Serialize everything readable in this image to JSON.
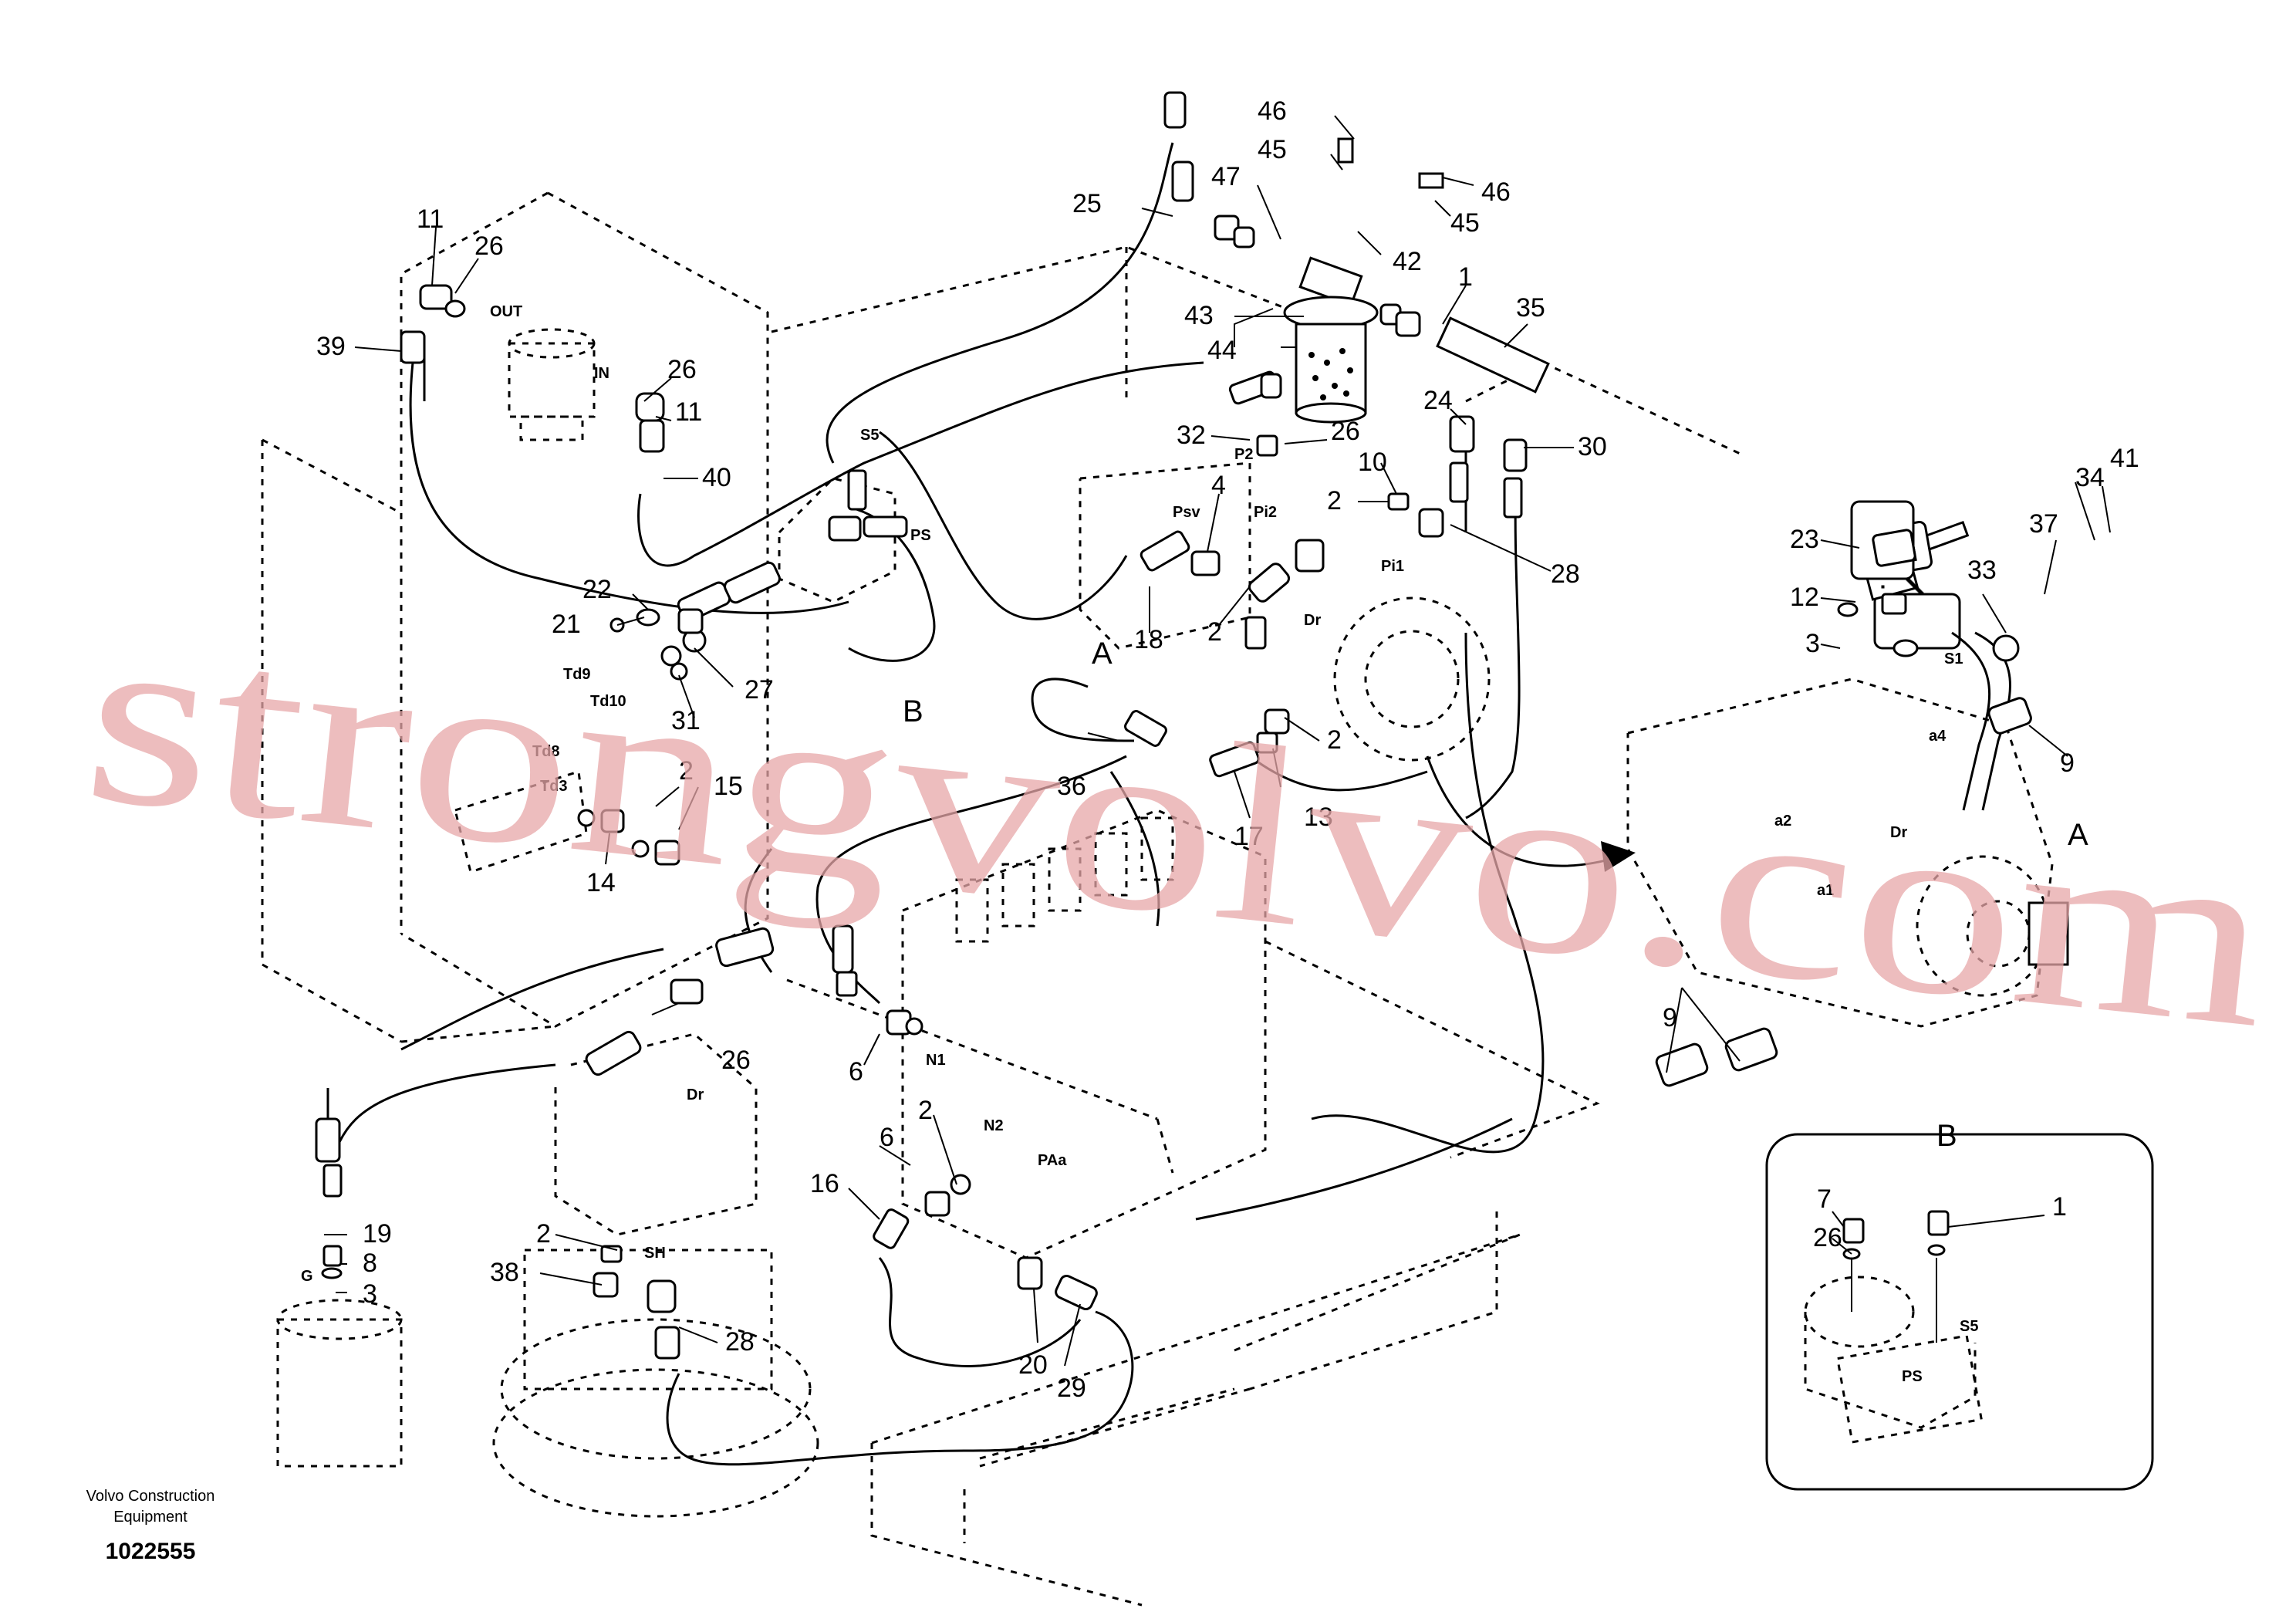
{
  "watermark": "strongvolvo.com",
  "footer": {
    "company_line1": "Volvo Construction",
    "company_line2": "Equipment",
    "doc_number": "1022555"
  },
  "detail_labels": {
    "a": "A",
    "b": "B",
    "a_right": "A",
    "b_inset": "B"
  },
  "callouts": [
    "46",
    "45",
    "47",
    "25",
    "42",
    "46",
    "45",
    "1",
    "35",
    "43",
    "44",
    "11",
    "26",
    "39",
    "26",
    "11",
    "40",
    "24",
    "30",
    "32",
    "26",
    "10",
    "2",
    "28",
    "4",
    "18",
    "2",
    "22",
    "21",
    "27",
    "31",
    "2",
    "15",
    "14",
    "36",
    "17",
    "13",
    "2",
    "23",
    "12",
    "3",
    "33",
    "34",
    "41",
    "37",
    "9",
    "9",
    "26",
    "6",
    "2",
    "6",
    "16",
    "19",
    "8",
    "3",
    "2",
    "38",
    "28",
    "20",
    "29",
    "7",
    "26",
    "1"
  ],
  "ports": [
    "OUT",
    "IN",
    "S5",
    "PS",
    "Psv",
    "Pi2",
    "Pi1",
    "Dr",
    "P2",
    "Td9",
    "Td10",
    "Td8",
    "Td3",
    "Dr",
    "N1",
    "N2",
    "PAa",
    "SH",
    "G",
    "S1",
    "a4",
    "a2",
    "a1",
    "Dr",
    "S5",
    "PS"
  ]
}
